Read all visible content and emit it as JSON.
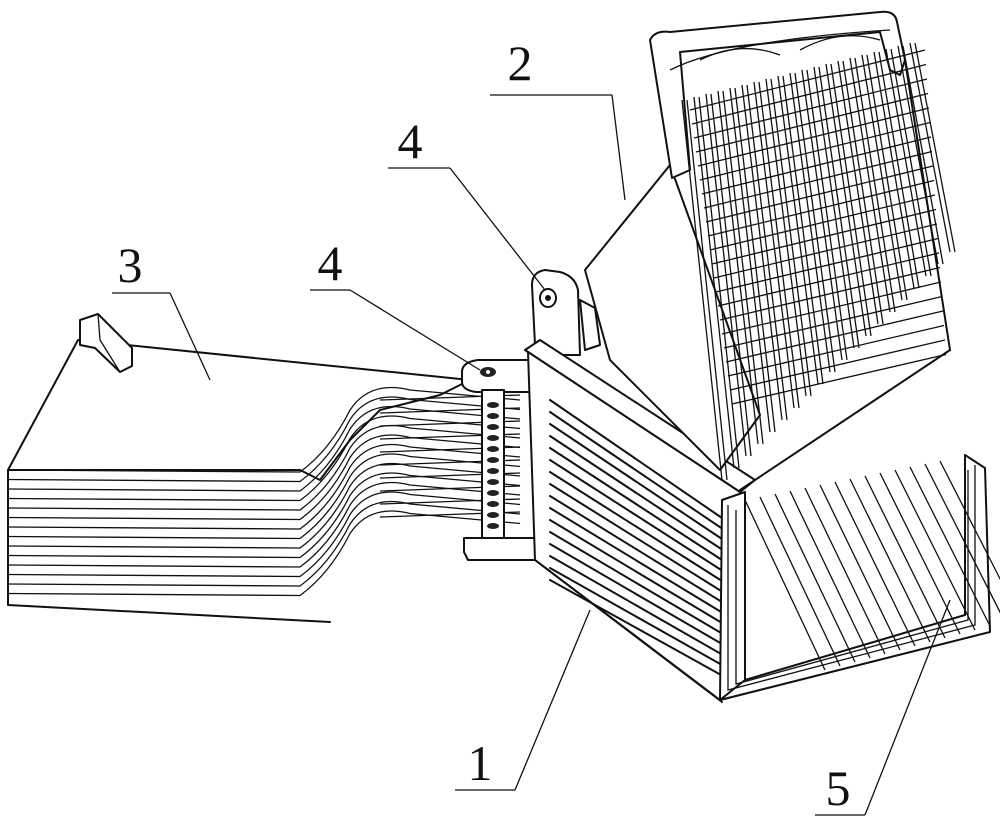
{
  "labels": {
    "part1": "1",
    "part2": "2",
    "part3": "3",
    "part4a": "4",
    "part4b": "4",
    "part5": "5"
  }
}
